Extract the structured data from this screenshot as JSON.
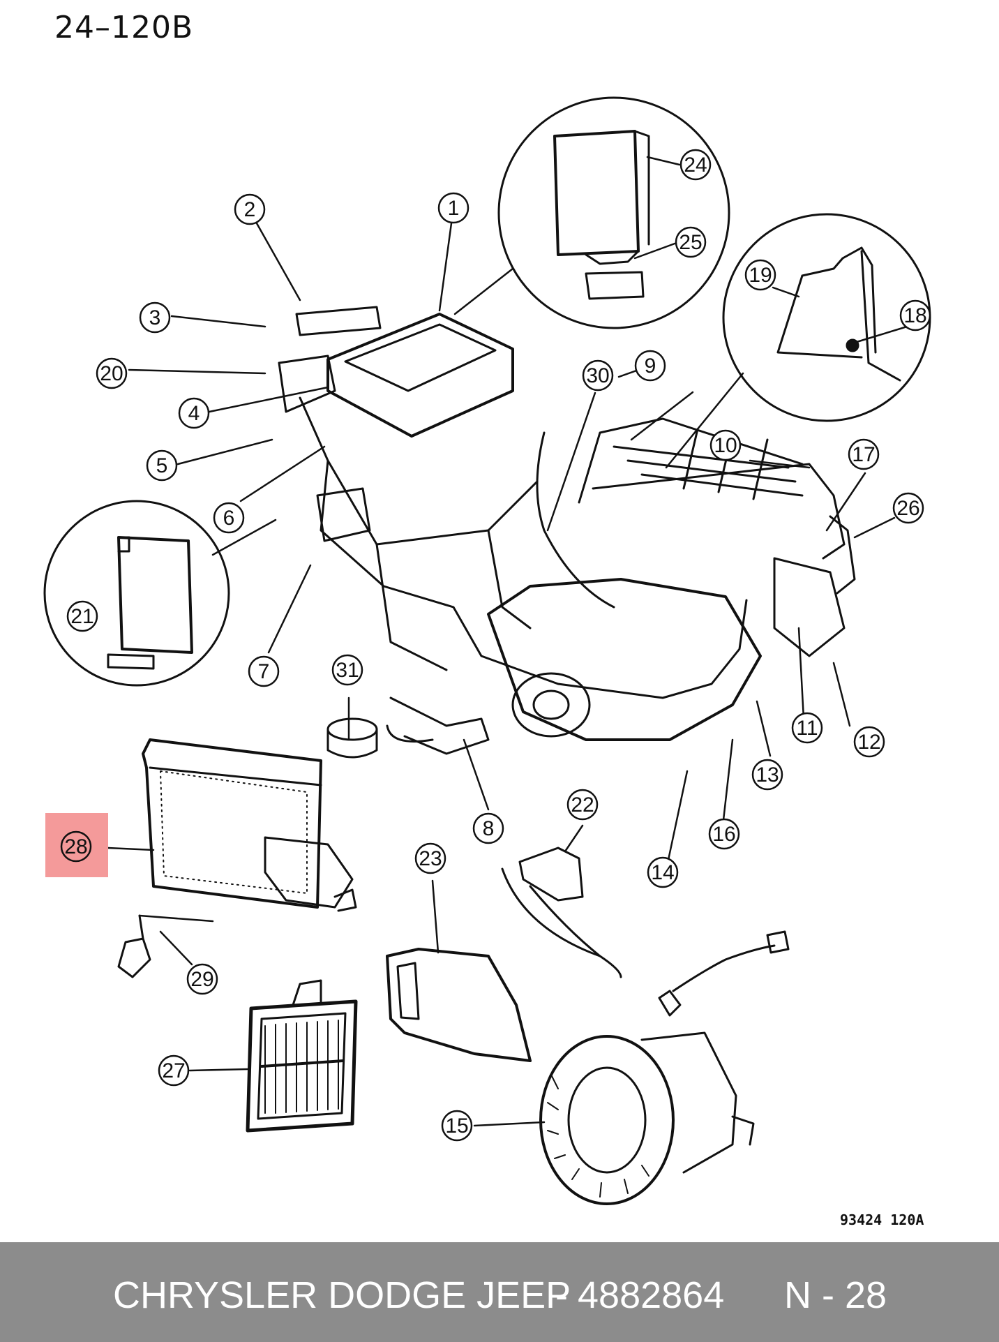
{
  "header": {
    "code": "24–120B"
  },
  "figure_ref": "93424  120A",
  "callouts": [
    "1",
    "2",
    "3",
    "4",
    "5",
    "6",
    "7",
    "8",
    "9",
    "10",
    "11",
    "12",
    "13",
    "14",
    "15",
    "16",
    "17",
    "18",
    "19",
    "20",
    "21",
    "22",
    "23",
    "24",
    "25",
    "26",
    "27",
    "28",
    "29",
    "30",
    "31"
  ],
  "highlight": {
    "callout": "28",
    "color": "#f49a9a"
  },
  "footer": {
    "brand": "CHRYSLER DODGE JEEP",
    "separator": "-",
    "part_number": "4882864",
    "ref": "N - 28",
    "background": "#8c8c8c"
  }
}
